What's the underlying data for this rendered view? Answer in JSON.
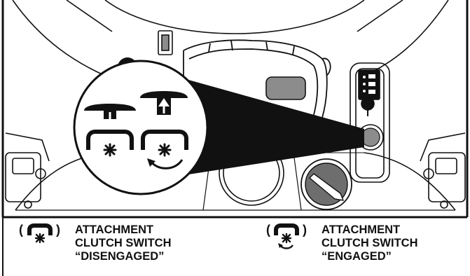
{
  "captions": {
    "disengaged": {
      "lines": [
        "ATTACHMENT",
        "CLUTCH SWITCH",
        "“DISENGAGED”"
      ],
      "symbol": "clutch-switch-disengaged-symbol-icon"
    },
    "engaged": {
      "lines": [
        "ATTACHMENT",
        "CLUTCH SWITCH",
        "“ENGAGED”"
      ],
      "symbol": "clutch-switch-engaged-symbol-icon"
    },
    "paren_open": "(",
    "paren_close": ")"
  },
  "colors": {
    "line": "#111111",
    "background": "#ffffff",
    "panel_gray": "#8c8c8c",
    "knob_gray": "#6e6e6e"
  }
}
